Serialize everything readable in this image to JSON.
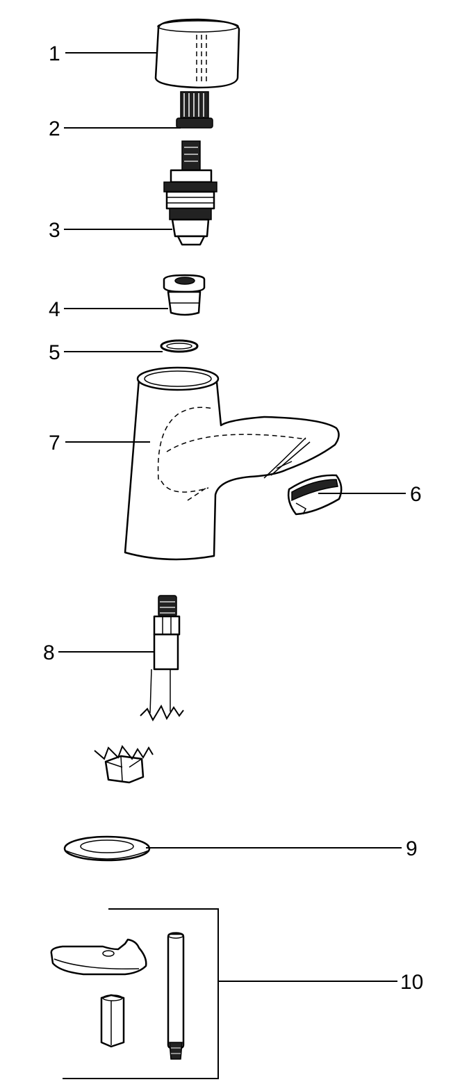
{
  "parts": [
    {
      "id": "p1",
      "label": "1"
    },
    {
      "id": "p2",
      "label": "2"
    },
    {
      "id": "p3",
      "label": "3"
    },
    {
      "id": "p4",
      "label": "4"
    },
    {
      "id": "p5",
      "label": "5"
    },
    {
      "id": "p6",
      "label": "6"
    },
    {
      "id": "p7",
      "label": "7"
    },
    {
      "id": "p8",
      "label": "8"
    },
    {
      "id": "p9",
      "label": "9"
    },
    {
      "id": "p10",
      "label": "10"
    }
  ]
}
